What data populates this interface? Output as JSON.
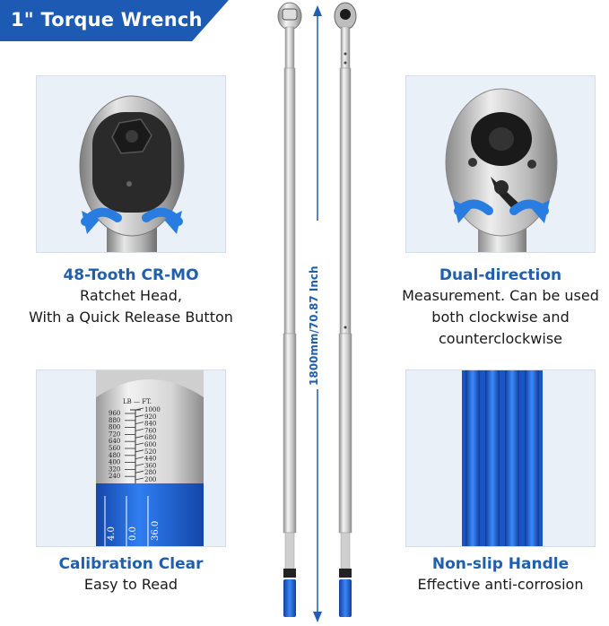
{
  "title": "1\" Torque Wrench",
  "features": [
    {
      "title": "48-Tooth CR-MO",
      "lines": [
        "Ratchet Head,",
        "With a Quick Release Button"
      ]
    },
    {
      "title": "Dual-direction",
      "lines": [
        "Measurement. Can be used",
        "both clockwise and",
        "counterclockwise"
      ]
    },
    {
      "title": "Calibration Clear",
      "lines": [
        "Easy to Read"
      ]
    },
    {
      "title": "Non-slip Handle",
      "lines": [
        "Effective anti-corrosion"
      ]
    }
  ],
  "dimension_label": "1800mm/70.87 Inch",
  "scale": {
    "unit_label": "LB — FT.",
    "left_values": [
      "960",
      "880",
      "800",
      "720",
      "640",
      "560",
      "480",
      "400",
      "320",
      "240"
    ],
    "right_values": [
      "1000",
      "920",
      "840",
      "760",
      "680",
      "600",
      "520",
      "440",
      "360",
      "280",
      "200"
    ],
    "sleeve_values": [
      "4.0",
      "0.0",
      "36.0"
    ]
  },
  "colors": {
    "accent": "#1f5fae",
    "handle_blue": "#1f6fe0",
    "panel": "#eaf0f7"
  }
}
